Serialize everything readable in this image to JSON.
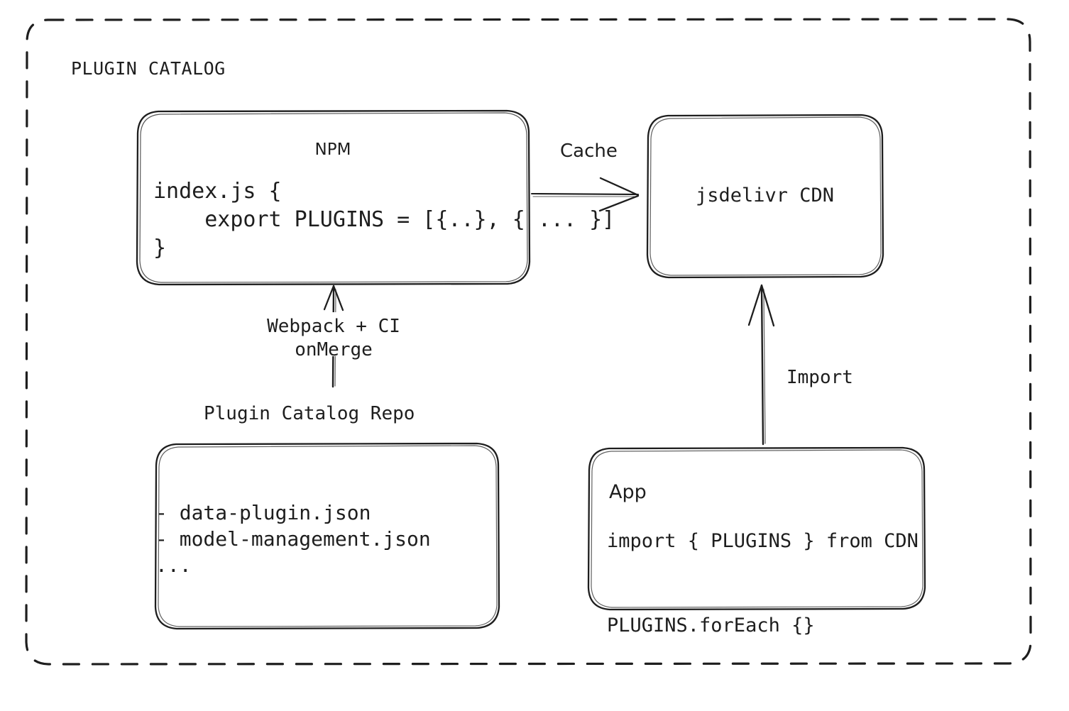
{
  "diagram": {
    "title": "PLUGIN CATALOG",
    "background_color": "#ffffff",
    "stroke_color": "#1e1e1e",
    "style": "hand-drawn-sketch"
  },
  "nodes": {
    "npm": {
      "label": "NPM",
      "code": "index.js {\n    export PLUGINS = [{..}, { ... }]\n}"
    },
    "cdn": {
      "label": "jsdelivr CDN"
    },
    "repo": {
      "caption": "Plugin Catalog Repo",
      "files": "- data-plugin.json\n- model-management.json\n..."
    },
    "app": {
      "label": "App",
      "code": "import { PLUGINS } from CDN\n\nPLUGINS.forEach {}"
    }
  },
  "edges": {
    "npm_to_cdn": {
      "label": "Cache",
      "direction": "right"
    },
    "repo_to_npm": {
      "label": "Webpack + CI\nonMerge",
      "direction": "up"
    },
    "app_to_cdn": {
      "label": "Import",
      "direction": "up"
    }
  }
}
